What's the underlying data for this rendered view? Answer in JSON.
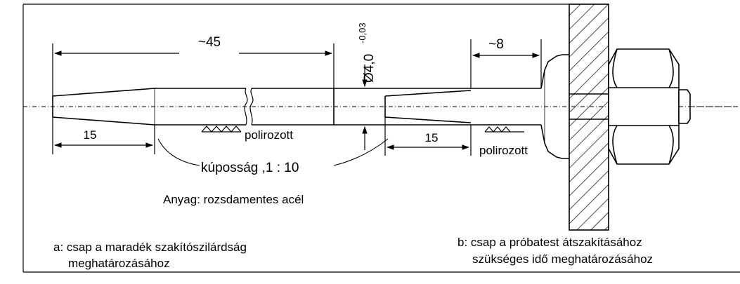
{
  "dimensions": {
    "length_a": "~45",
    "taper_length_a": "15",
    "diameter": "Ø4,0",
    "diameter_tolerance": "-0,03",
    "length_b": "~8",
    "taper_length_b": "15"
  },
  "labels": {
    "polished_a": "polirozott",
    "polished_b": "polirozott",
    "taper": "kúposság ,1 : 10",
    "material": "Anyag: rozsdamentes acél",
    "caption_a_line1": "a: csap a maradék szakítószilárdság",
    "caption_a_line2": "meghatározásához",
    "caption_b_line1": "b: csap a próbatest átszakításához",
    "caption_b_line2": "szükséges idő meghatározásához"
  }
}
